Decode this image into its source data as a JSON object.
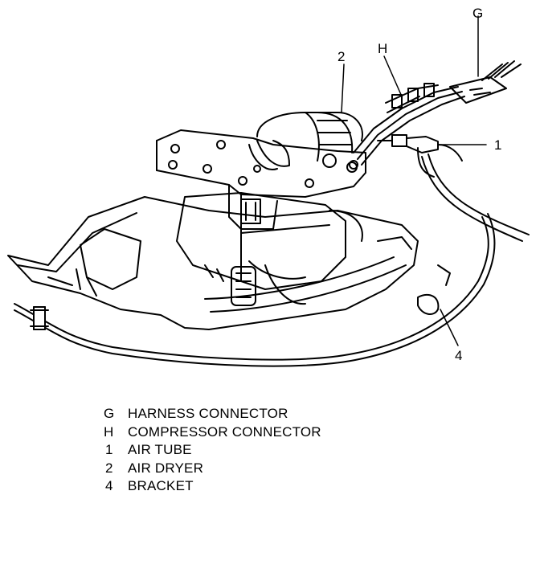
{
  "callouts": {
    "g": "G",
    "h": "H",
    "two": "2",
    "one": "1",
    "four": "4"
  },
  "legend": [
    {
      "key": "G",
      "desc": "HARNESS CONNECTOR"
    },
    {
      "key": "H",
      "desc": "COMPRESSOR CONNECTOR"
    },
    {
      "key": "1",
      "desc": "AIR TUBE"
    },
    {
      "key": "2",
      "desc": "AIR DRYER"
    },
    {
      "key": "4",
      "desc": "BRACKET"
    }
  ],
  "colors": {
    "ink": "#000000",
    "paper": "#ffffff"
  }
}
